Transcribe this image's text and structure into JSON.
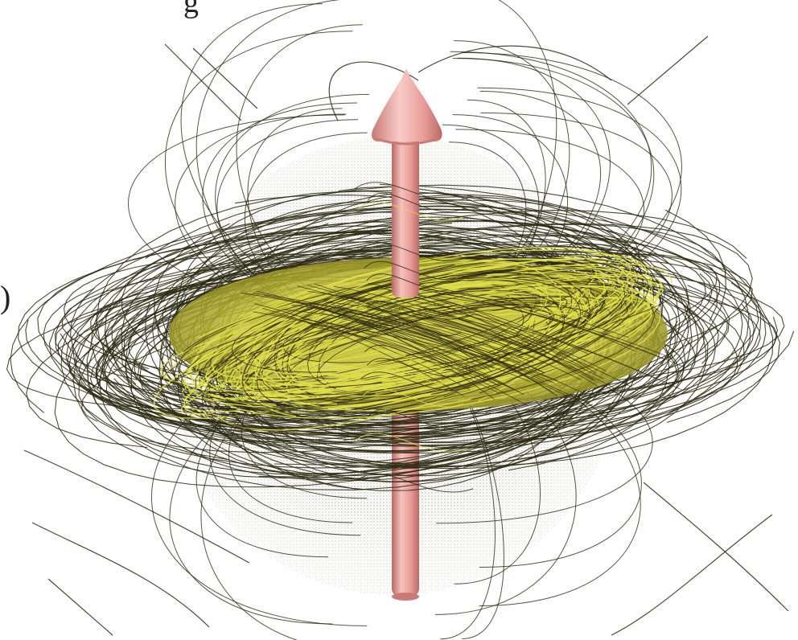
{
  "figure": {
    "top_edge_glyph": "g",
    "left_edge_glyph": ")",
    "colors": {
      "background": "#ffffff",
      "arrow": "#e79b97",
      "arrow_highlight": "#f6c2bd",
      "arrow_shadow": "#b86a67",
      "field_line_dark": "#2d2a12",
      "field_line_light": "#e0df4a",
      "torus_fill": "#c9c53a",
      "sphere_stipple": "#9a9a8a"
    },
    "elements": {
      "arrow": "magnetic-moment-arrow",
      "field_lines": "magnetic-field-lines",
      "sphere": "stippled-sphere",
      "torus": "toroidal-field-bundle"
    }
  }
}
